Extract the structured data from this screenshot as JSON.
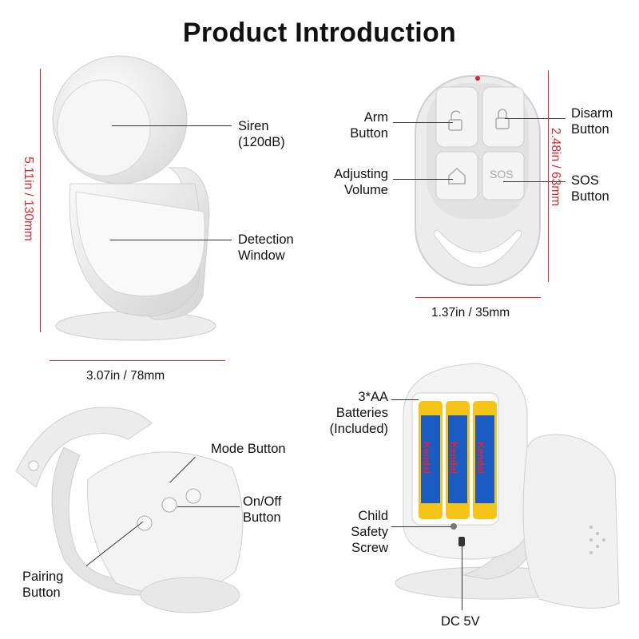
{
  "title": "Product Introduction",
  "colors": {
    "dimension": "#d8262b",
    "device": "#f2f2f2",
    "outline": "#cfcfcf",
    "text": "#111111"
  },
  "siren": {
    "siren_label": [
      "Siren",
      "(120dB)"
    ],
    "detection_label": [
      "Detection",
      "Window"
    ],
    "height_dim": "5.11in / 130mm",
    "width_dim": "3.07in / 78mm"
  },
  "remote": {
    "arm_label": [
      "Arm",
      "Button"
    ],
    "disarm_label": [
      "Disarm",
      "Button"
    ],
    "volume_label": [
      "Adjusting",
      "Volume"
    ],
    "sos_label": [
      "SOS",
      "Button"
    ],
    "sos_key_text": "SOS",
    "height_dim": "2.48in / 63mm",
    "width_dim": "1.37in / 35mm"
  },
  "back_view": {
    "mode_label": "Mode Button",
    "onoff_label": [
      "On/Off",
      "Button"
    ],
    "pairing_label": [
      "Pairing",
      "Button"
    ]
  },
  "battery_view": {
    "batteries_label": [
      "3*AA",
      "Batteries",
      "(Included)"
    ],
    "screw_label": [
      "Child",
      "Safety",
      "Screw"
    ],
    "dc_label": "DC 5V",
    "battery_brand": "Kendal"
  }
}
